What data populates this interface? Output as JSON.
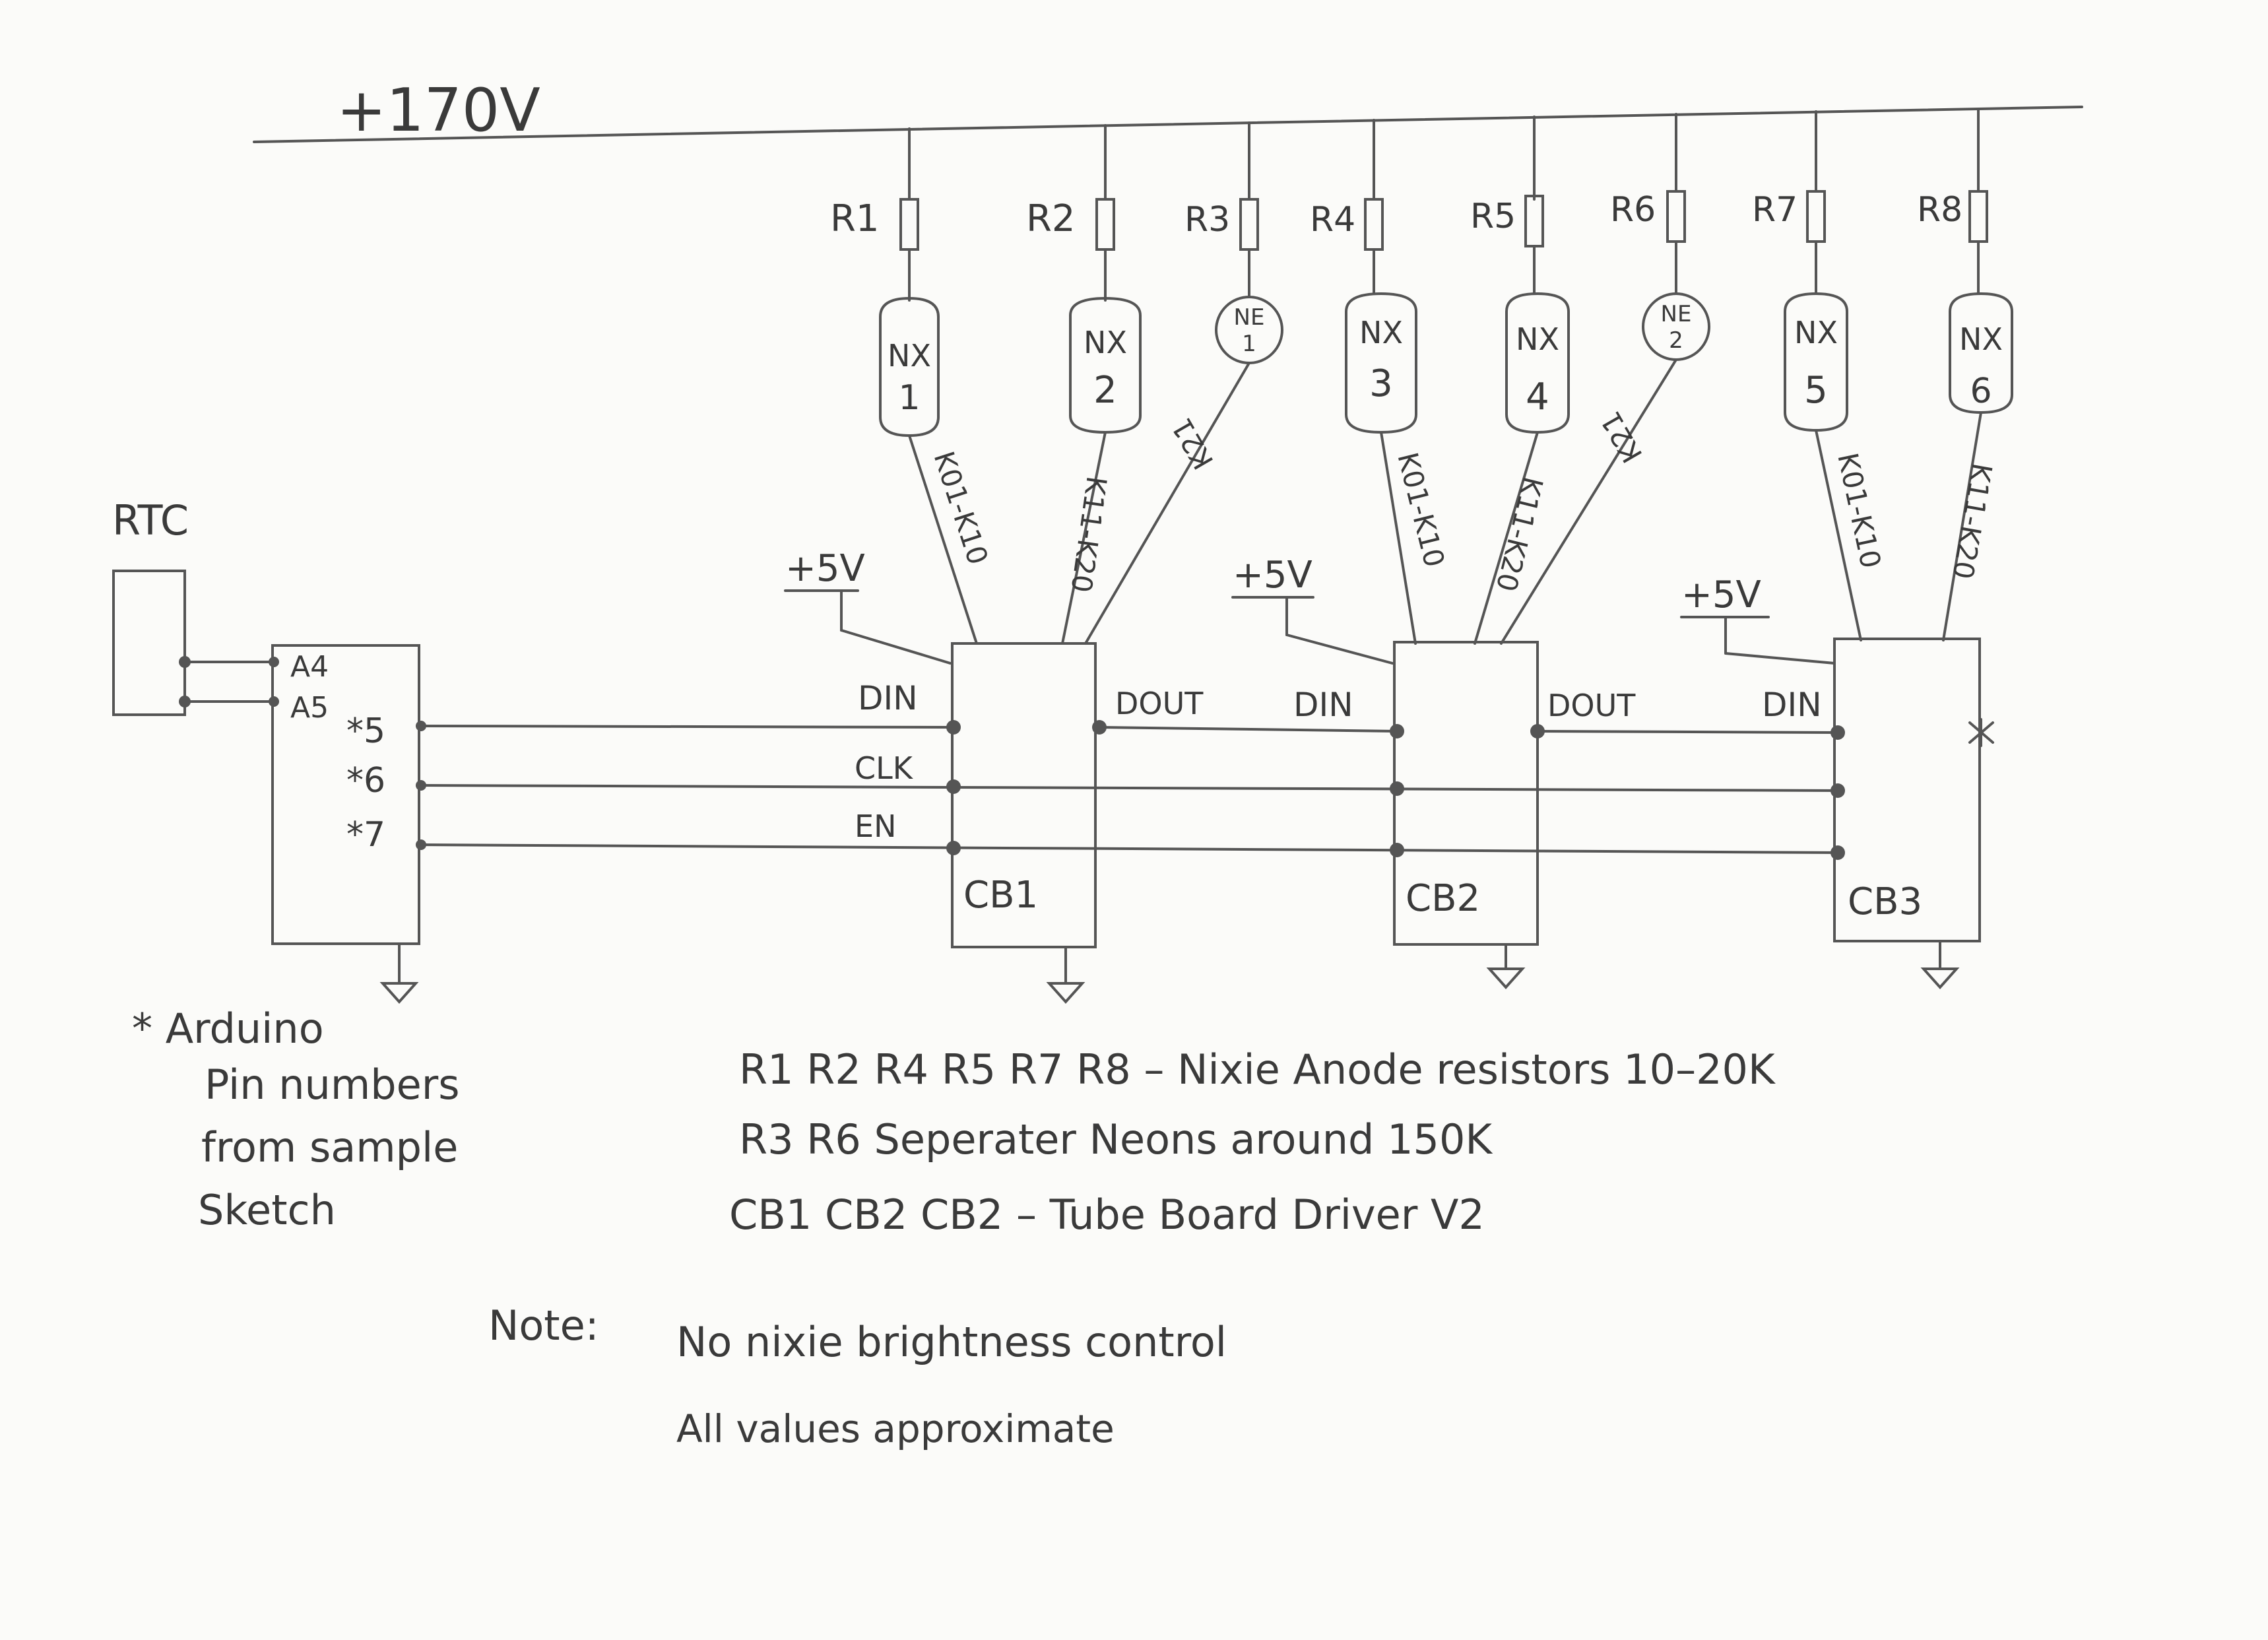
{
  "supply": {
    "hv": "+170V",
    "logic": "+5V"
  },
  "rtc": {
    "label": "RTC"
  },
  "arduino": {
    "pin_a4": "A4",
    "pin_a5": "A5",
    "pin_5": "*5",
    "pin_6": "*6",
    "pin_7": "*7"
  },
  "resistors": [
    "R1",
    "R2",
    "R3",
    "R4",
    "R5",
    "R6",
    "R7",
    "R8"
  ],
  "tubes": [
    {
      "line1": "NX",
      "line2": "1"
    },
    {
      "line1": "NX",
      "line2": "2"
    },
    {
      "line1": "NE",
      "line2": "1"
    },
    {
      "line1": "NX",
      "line2": "3"
    },
    {
      "line1": "NX",
      "line2": "4"
    },
    {
      "line1": "NE",
      "line2": "2"
    },
    {
      "line1": "NX",
      "line2": "5"
    },
    {
      "line1": "NX",
      "line2": "6"
    }
  ],
  "buses": [
    "K01-K10",
    "K11-K20",
    "K21",
    "K01-K10",
    "K11-K20",
    "K21",
    "K01-K10",
    "K11-K20"
  ],
  "boards": [
    {
      "name": "CB1",
      "din": "DIN",
      "dout": "DOUT",
      "clk": "CLK",
      "en": "EN"
    },
    {
      "name": "CB2",
      "din": "DIN",
      "dout": "DOUT"
    },
    {
      "name": "CB3",
      "din": "DIN"
    }
  ],
  "footnote": {
    "line1": "* Arduino",
    "line2": "Pin numbers",
    "line3": "from sample",
    "line4": "Sketch"
  },
  "legend": {
    "line1": "R1 R2  R4  R5  R7 R8 –  Nixie Anode resistors   10–20K",
    "line2": "R3  R6   Seperater Neons     around 150K",
    "line3": "CB1 CB2 CB2  –  Tube Board Driver V2"
  },
  "note": {
    "label": "Note:",
    "line1": "No nixie brightness control",
    "line2": "All values approximate"
  }
}
